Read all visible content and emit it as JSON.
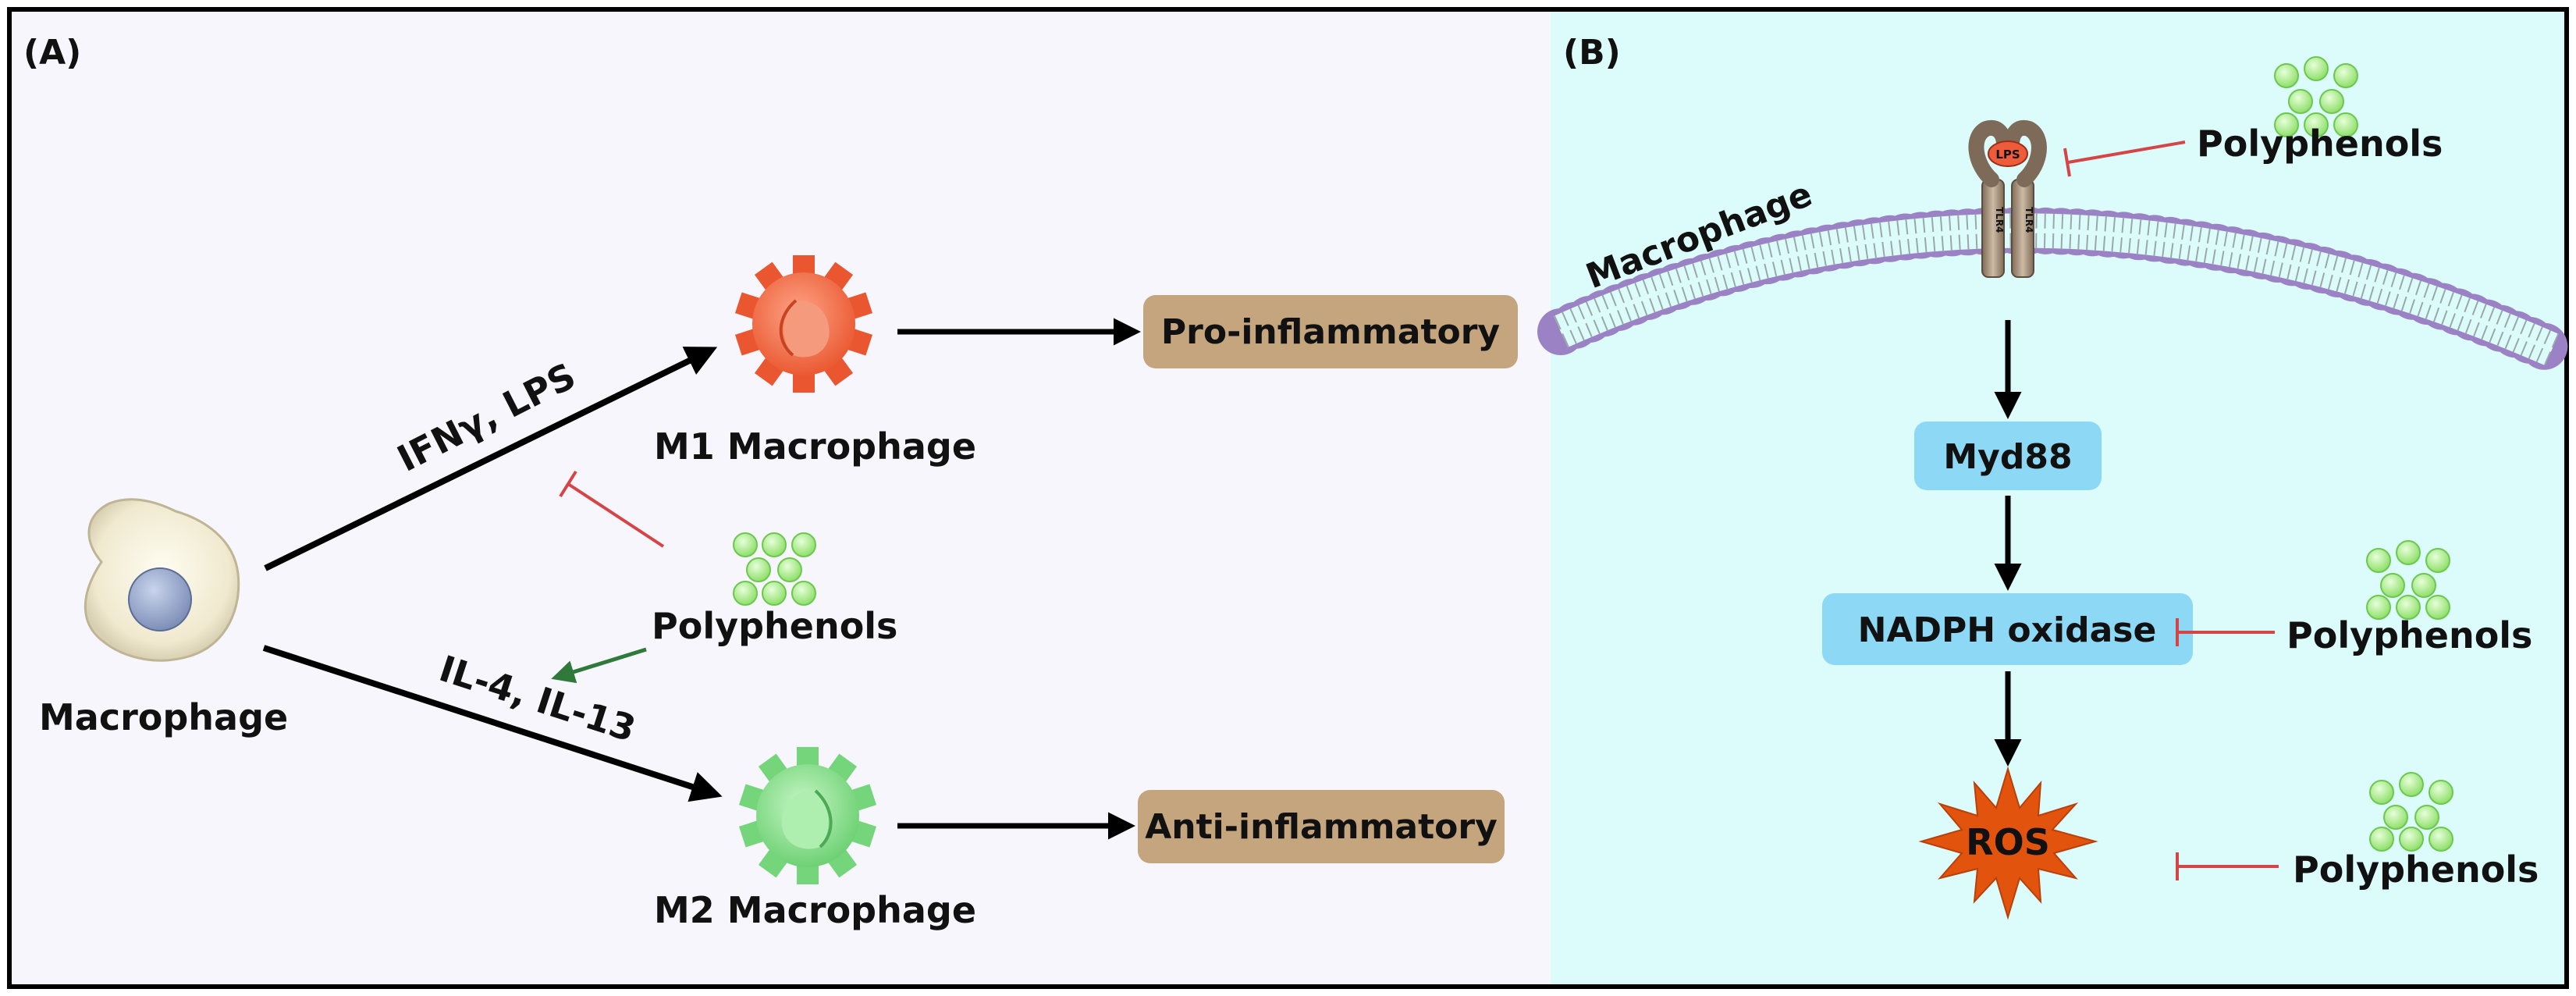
{
  "panel_a": {
    "label": "(A)",
    "macrophage_label": "Macrophage",
    "m1_label": "M1 Macrophage",
    "m2_label": "M2 Macrophage",
    "m1_stimulus": "IFNγ, LPS",
    "m2_stimulus": "IL-4, IL-13",
    "polyphenols_label": "Polyphenols",
    "pro_inflammatory": "Pro-inflammatory",
    "anti_inflammatory": "Anti-inflammatory"
  },
  "panel_b": {
    "label": "(B)",
    "membrane_label": "Macrophage",
    "receptor_label": "TLR4",
    "ligand_label": "LPS",
    "polyphenols_top": "Polyphenols",
    "myd88": "Myd88",
    "nadph_oxidase": "NADPH oxidase",
    "polyphenols_mid": "Polyphenols",
    "ros": "ROS",
    "polyphenols_bottom": "Polyphenols"
  },
  "colors": {
    "panel_a_bg": "#f6f6fc",
    "panel_b_bg": "#dcfbfb",
    "m1_cell": "#f06a45",
    "m2_cell": "#7fdc86",
    "outcome_box": "#c4a57e",
    "pathway_box": "#8dd8f5",
    "ros": "#e2540d",
    "polyphenol_dot": "#a8ee86",
    "inhibit_line": "#d64545",
    "promote_arrow": "#2f7a3a",
    "membrane_head": "#9a82c4"
  }
}
